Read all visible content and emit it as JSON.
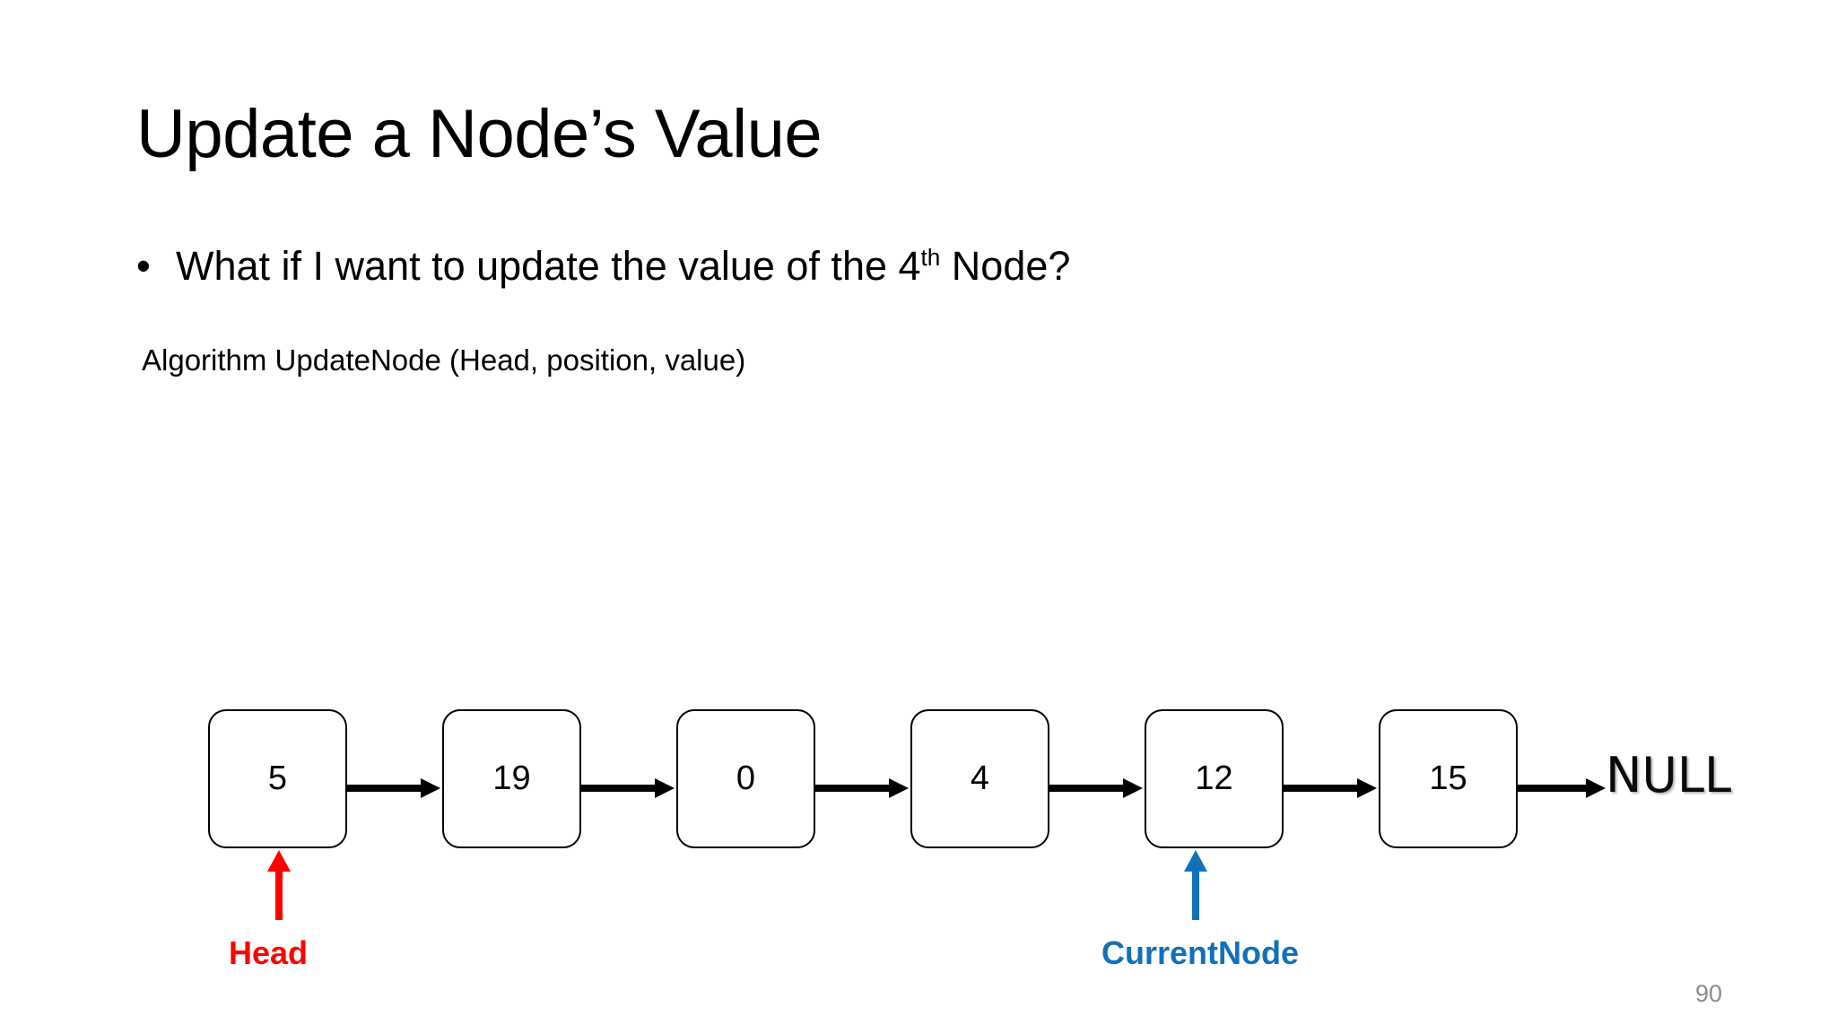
{
  "slide": {
    "title": "Update a Node’s Value",
    "bullet": {
      "marker": "•",
      "text_before_sup": "What if I want to update the value of the 4",
      "superscript": "th",
      "text_after_sup": " Node?"
    },
    "algorithm_line": "Algorithm UpdateNode (Head, position, value)",
    "page_number": "90"
  },
  "diagram": {
    "type": "singly-linked-list",
    "nodes": [
      {
        "value": "5"
      },
      {
        "value": "19"
      },
      {
        "value": "0"
      },
      {
        "value": "4"
      },
      {
        "value": "12"
      },
      {
        "value": "15"
      }
    ],
    "terminator": "NULL",
    "pointers": [
      {
        "name": "Head",
        "label": "Head",
        "target_node_index": 0,
        "color": "#FF0000"
      },
      {
        "name": "CurrentNode",
        "label": "CurrentNode",
        "target_node_index": 4,
        "color": "#1071BA"
      }
    ],
    "link_arrow_color": "#000000",
    "node_border_color": "#000000",
    "node_fill_color": "#FFFFFF"
  },
  "colors": {
    "background": "#FFFFFF",
    "text": "#000000",
    "head_red": "#FF0000",
    "current_blue": "#1071BA",
    "page_number_gray": "#8A8A8A"
  }
}
